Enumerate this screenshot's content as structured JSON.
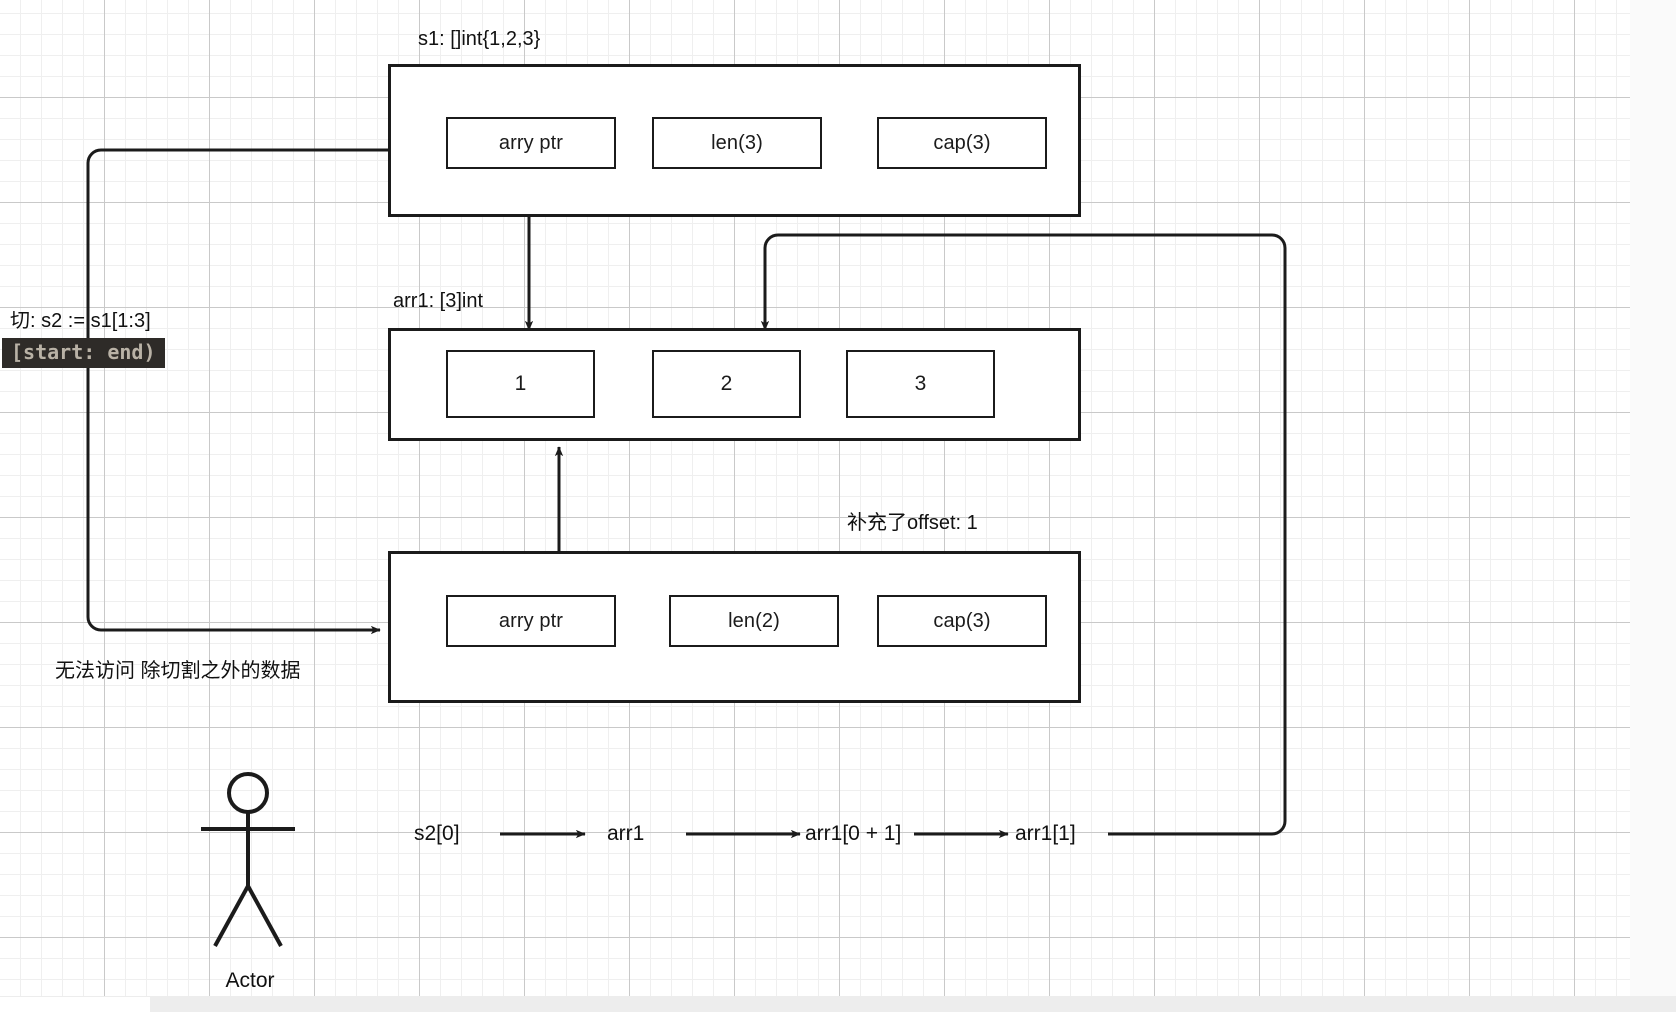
{
  "diagram": {
    "title": "Go slice memory layout diagram",
    "labels": {
      "slice1_title": "s1: []int{1,2,3}",
      "array_title": "arr1: [3]int",
      "offset_note": "补充了offset: 1",
      "slice_expr": "切:  s2 := s1[1:3]",
      "range_code": "[start: end)",
      "no_access_note": "无法访问 除切割之外的数据",
      "actor": "Actor"
    },
    "slice1": {
      "name": "s1",
      "cells": [
        {
          "label": "arry ptr"
        },
        {
          "label": "len(3)"
        },
        {
          "label": "cap(3)"
        }
      ]
    },
    "array1": {
      "name": "arr1",
      "cells": [
        {
          "label": "1"
        },
        {
          "label": "2"
        },
        {
          "label": "3"
        }
      ]
    },
    "slice2": {
      "name": "s2",
      "cells": [
        {
          "label": "arry ptr"
        },
        {
          "label": "len(2)"
        },
        {
          "label": "cap(3)"
        }
      ]
    },
    "flow": {
      "steps": [
        {
          "label": "s2[0]"
        },
        {
          "label": "arr1"
        },
        {
          "label": "arr1[0 + 1]"
        },
        {
          "label": "arr1[1]"
        }
      ]
    },
    "colors": {
      "stroke": "#1b1b1b",
      "canvas": "#ffffff",
      "grid_minor": "#efefef",
      "grid_major": "#c9c9c9",
      "highlight_bg": "#2e2b28",
      "highlight_fg": "#b9b2a6",
      "page_bg": "#fafafa"
    }
  }
}
